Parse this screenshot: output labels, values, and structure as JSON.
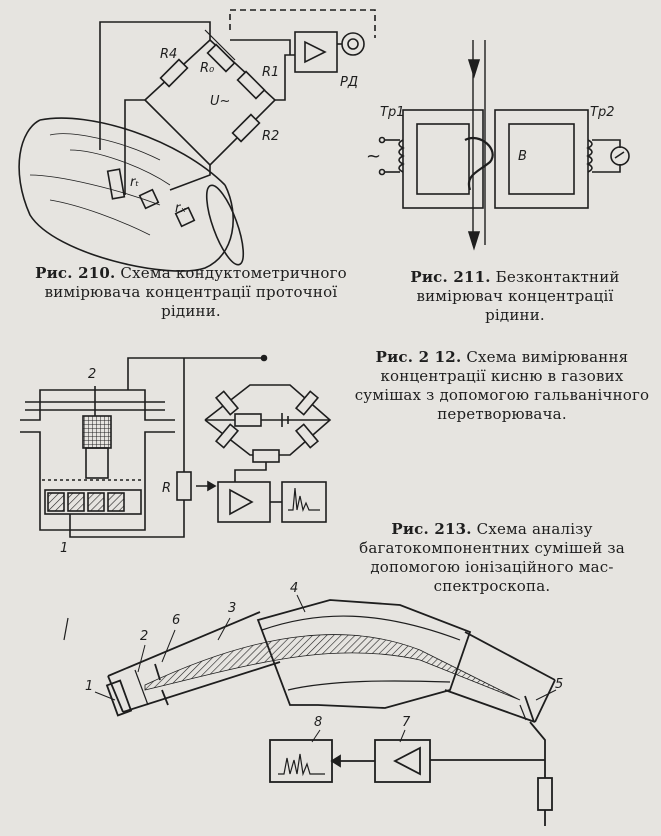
{
  "fig210": {
    "caption_label": "Рис. 210.",
    "caption_text": "Схема кондуктометричного вимірювача концентрації проточної рідини.",
    "labels": {
      "r4": "R4",
      "r0": "R₀",
      "r1": "R1",
      "r2": "R2",
      "u": "U~",
      "rd": "РД",
      "rt": "rₜ",
      "rx": "rₓ"
    }
  },
  "fig211": {
    "caption_label": "Рис. 211.",
    "caption_text": "Безконтактний вимірювач концентрації рідини.",
    "labels": {
      "tp1": "Тр1",
      "tp2": "Тр2",
      "b": "В",
      "tilde": "~"
    }
  },
  "fig212": {
    "caption_label": "Рис. 2 12.",
    "caption_text": "Схема вимірювання концентрації кисню в газових сумішах з допомогою гальванічного перетворювача.",
    "labels": {
      "n1": "1",
      "n2": "2",
      "r": "R"
    }
  },
  "fig213": {
    "caption_label": "Рис. 213.",
    "caption_text": "Схема аналізу багатокомпонентних сумішей за допомогою іонізаційного мас-спектроскопа.",
    "labels": {
      "n1": "1",
      "n2": "2",
      "n3": "3",
      "n4": "4",
      "n5": "5",
      "n6": "6",
      "n7": "7",
      "n8": "8"
    }
  }
}
